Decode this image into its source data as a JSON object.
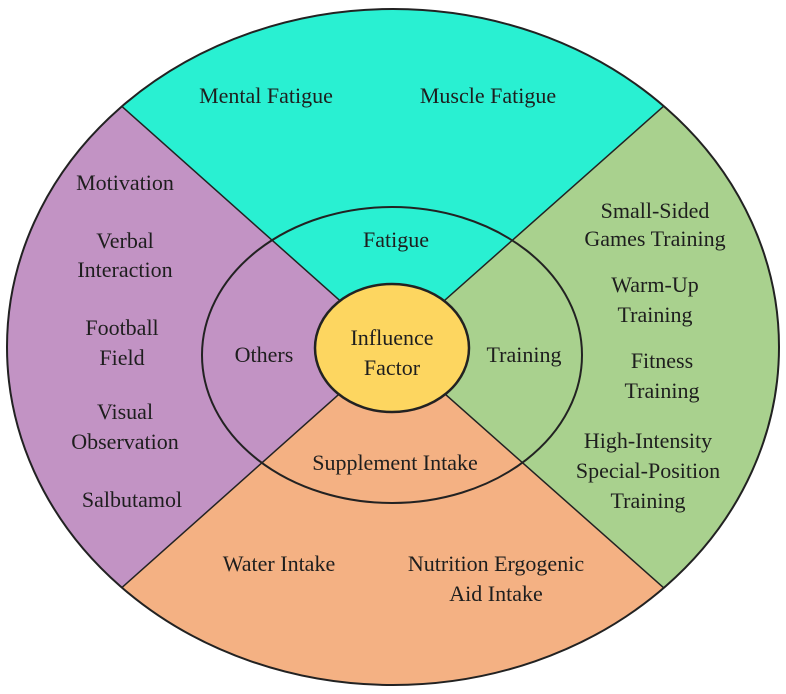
{
  "center": {
    "line1": "Influence",
    "line2": "Factor"
  },
  "colors": {
    "fatigue": "#29f0d2",
    "training": "#a9d18e",
    "supplement": "#f4b183",
    "others": "#c293c4",
    "center": "#fdd660",
    "outline": "#222222"
  },
  "categories": {
    "fatigue": {
      "label": "Fatigue",
      "items": {
        "mental": "Mental Fatigue",
        "muscle": "Muscle Fatigue"
      }
    },
    "training": {
      "label": "Training",
      "items": {
        "small_sided_1": "Small-Sided",
        "small_sided_2": "Games Training",
        "warm_up_1": "Warm-Up",
        "warm_up_2": "Training",
        "fitness_1": "Fitness",
        "fitness_2": "Training",
        "hi_1": "High-Intensity",
        "hi_2": "Special-Position",
        "hi_3": "Training"
      }
    },
    "supplement": {
      "label": "Supplement Intake",
      "items": {
        "water": "Water Intake",
        "nutrition_1": "Nutrition Ergogenic",
        "nutrition_2": "Aid Intake"
      }
    },
    "others": {
      "label": "Others",
      "items": {
        "motivation": "Motivation",
        "verbal_1": "Verbal",
        "verbal_2": "Interaction",
        "football_1": "Football",
        "football_2": "Field",
        "visual_1": "Visual",
        "visual_2": "Observation",
        "salbutamol": "Salbutamol"
      }
    }
  }
}
